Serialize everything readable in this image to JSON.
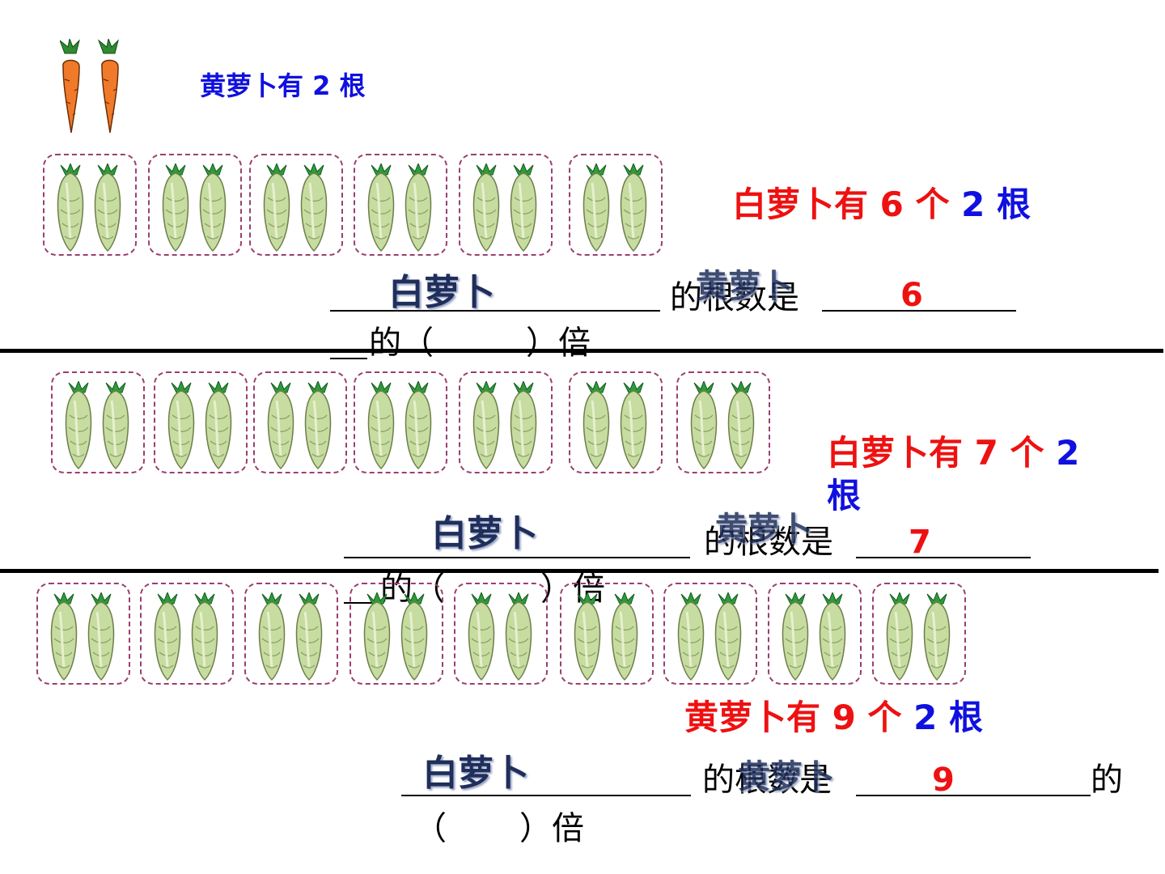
{
  "intro": {
    "prefix": "黄萝卜有",
    "count": "2",
    "unit": "根"
  },
  "rows": [
    {
      "groups": 6,
      "caption": {
        "part1": "白萝卜有",
        "num": "6",
        "part2": "个",
        "part3": "2 根"
      },
      "line1": "的根数是",
      "ghost_a": "白萝卜",
      "ghost_b": "黄萝卜",
      "answer": "6",
      "line2_prefix": "的（",
      "line2_suffix": "）倍"
    },
    {
      "groups": 7,
      "caption": {
        "part1": "白萝卜有",
        "num": "7",
        "part2": "个",
        "part3": "2",
        "part4": "根"
      },
      "line1": "的根数是",
      "ghost_a": "白萝卜",
      "ghost_b": "黄萝卜",
      "answer": "7",
      "line2_prefix": "的（",
      "line2_suffix": "）倍"
    },
    {
      "groups": 9,
      "caption": {
        "part1": "黄萝卜有",
        "num": "9",
        "part2": "个",
        "part3": "2 根"
      },
      "line1": "的根数是",
      "ghost_a": "白萝卜",
      "ghost_b": "黄萝卜",
      "answer": "9",
      "line1_suffix": "的",
      "line2_prefix": "（",
      "line2_suffix": "）倍"
    }
  ],
  "colors": {
    "red": "#ee1111",
    "blue": "#1010e0",
    "dash": "#9b3f6e",
    "radish": "#c6dca0",
    "leaf": "#2f9a3a",
    "carrot": "#f07a2a"
  }
}
